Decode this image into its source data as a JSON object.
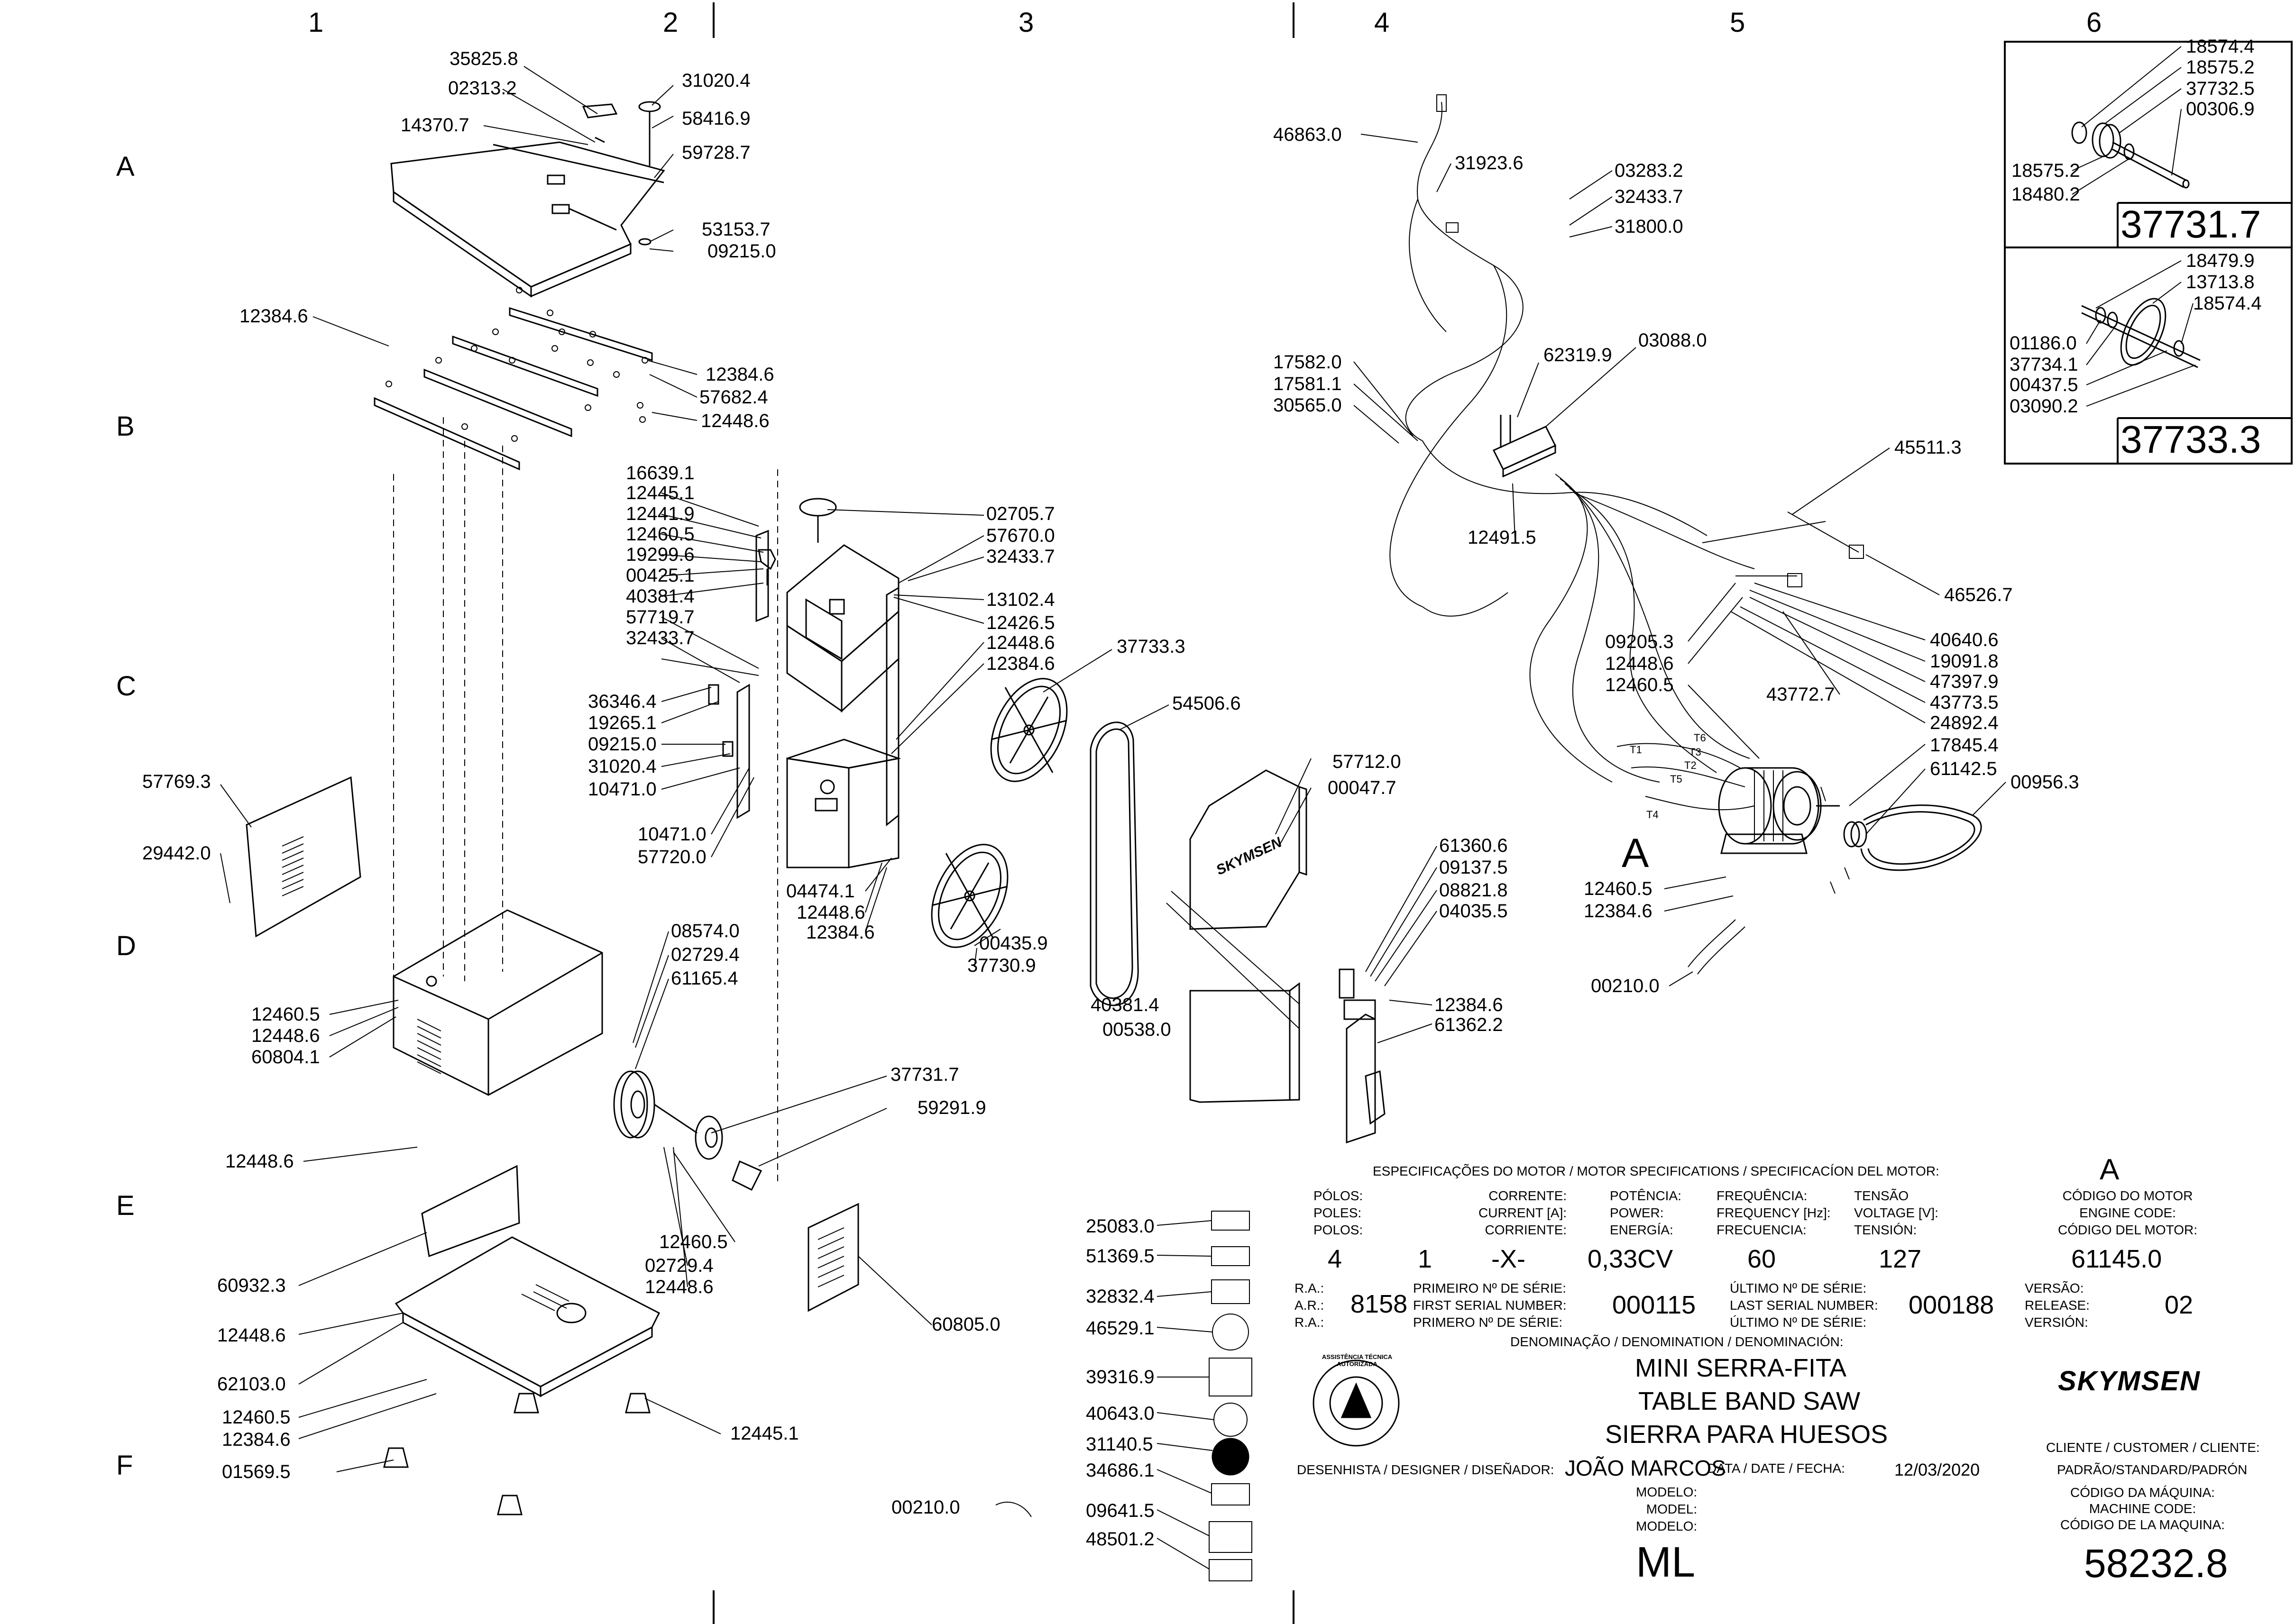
{
  "grid": {
    "columns": [
      "1",
      "2",
      "3",
      "4",
      "5",
      "6"
    ],
    "rows": [
      "A",
      "B",
      "C",
      "D",
      "E",
      "F"
    ]
  },
  "parts": {
    "p_35825_8": "35825.8",
    "p_02313_2": "02313.2",
    "p_31020_4a": "31020.4",
    "p_58416_9": "58416.9",
    "p_14370_7": "14370.7",
    "p_59728_7": "59728.7",
    "p_53153_7": "53153.7",
    "p_09215_0a": "09215.0",
    "p_12384_6a": "12384.6",
    "p_12384_6b": "12384.6",
    "p_57682_4": "57682.4",
    "p_12448_6a": "12448.6",
    "p_16639_1": "16639.1",
    "p_12445_1a": "12445.1",
    "p_12441_9": "12441.9",
    "p_12460_5a": "12460.5",
    "p_19299_6": "19299.6",
    "p_00425_1": "00425.1",
    "p_40381_4a": "40381.4",
    "p_57719_7": "57719.7",
    "p_32433_7a": "32433.7",
    "p_36346_4": "36346.4",
    "p_19265_1": "19265.1",
    "p_09215_0b": "09215.0",
    "p_31020_4b": "31020.4",
    "p_10471_0a": "10471.0",
    "p_10471_0b": "10471.0",
    "p_57720_0": "57720.0",
    "p_02705_7": "02705.7",
    "p_57670_0": "57670.0",
    "p_32433_7b": "32433.7",
    "p_13102_4": "13102.4",
    "p_12426_5": "12426.5",
    "p_12448_6b": "12448.6",
    "p_12384_6c": "12384.6",
    "p_37733_3a": "37733.3",
    "p_54506_6": "54506.6",
    "p_57769_3": "57769.3",
    "p_29442_0": "29442.0",
    "p_04474_1": "04474.1",
    "p_12448_6c": "12448.6",
    "p_12384_6d": "12384.6",
    "p_00435_9": "00435.9",
    "p_37730_9": "37730.9",
    "p_08574_0": "08574.0",
    "p_02729_4a": "02729.4",
    "p_61165_4": "61165.4",
    "p_12460_5b": "12460.5",
    "p_12448_6d": "12448.6",
    "p_60804_1": "60804.1",
    "p_37731_7a": "37731.7",
    "p_59291_9": "59291.9",
    "p_12448_6e": "12448.6",
    "p_12460_5c": "12460.5",
    "p_02729_4b": "02729.4",
    "p_12448_6f": "12448.6",
    "p_60932_3": "60932.3",
    "p_12448_6g": "12448.6",
    "p_62103_0": "62103.0",
    "p_12460_5d": "12460.5",
    "p_12384_6e": "12384.6",
    "p_01569_5": "01569.5",
    "p_12445_1b": "12445.1",
    "p_60805_0": "60805.0",
    "p_00210_0a": "00210.0",
    "p_57712_0": "57712.0",
    "p_00047_7": "00047.7",
    "p_61360_6": "61360.6",
    "p_09137_5": "09137.5",
    "p_08821_8": "08821.8",
    "p_04035_5": "04035.5",
    "p_40381_4b": "40381.4",
    "p_00538_0": "00538.0",
    "p_12384_6f": "12384.6",
    "p_61362_2": "61362.2",
    "p_46863_0": "46863.0",
    "p_31923_6": "31923.6",
    "p_03283_2": "03283.2",
    "p_32433_7c": "32433.7",
    "p_31800_0": "31800.0",
    "p_17582_0": "17582.0",
    "p_17581_1": "17581.1",
    "p_30565_0": "30565.0",
    "p_62319_9": "62319.9",
    "p_03088_0": "03088.0",
    "p_12491_5": "12491.5",
    "p_45511_3": "45511.3",
    "p_46526_7": "46526.7",
    "p_09205_3": "09205.3",
    "p_12448_6h": "12448.6",
    "p_12460_5e": "12460.5",
    "p_40640_6": "40640.6",
    "p_19091_8": "19091.8",
    "p_47397_9": "47397.9",
    "p_43772_7": "43772.7",
    "p_43773_5": "43773.5",
    "p_24892_4": "24892.4",
    "p_17845_4": "17845.4",
    "p_61142_5": "61142.5",
    "p_00956_3": "00956.3",
    "p_12460_5f": "12460.5",
    "p_12384_6g": "12384.6",
    "p_00210_0b": "00210.0",
    "p_18574_4a": "18574.4",
    "p_18575_2a": "18575.2",
    "p_37732_5": "37732.5",
    "p_00306_9": "00306.9",
    "p_18575_2b": "18575.2",
    "p_18480_2": "18480.2",
    "p_18479_9": "18479.9",
    "p_13713_8": "13713.8",
    "p_18574_4b": "18574.4",
    "p_01186_0": "01186.0",
    "p_37734_1": "37734.1",
    "p_00437_5": "00437.5",
    "p_03090_2": "03090.2",
    "p_25083_0": "25083.0",
    "p_51369_5": "51369.5",
    "p_32832_4": "32832.4",
    "p_46529_1": "46529.1",
    "p_39316_9": "39316.9",
    "p_40643_0": "40643.0",
    "p_31140_5": "31140.5",
    "p_34686_1": "34686.1",
    "p_09641_5": "09641.5",
    "p_48501_2": "48501.2"
  },
  "assemblies": {
    "wheel_drive": "37731.7",
    "wheel_idle": "37733.3"
  },
  "motor_letter_label": "A",
  "wire_labels": {
    "t1": "T1",
    "t2": "T2",
    "t3": "T3",
    "t4": "T4",
    "t5": "T5",
    "t6": "T6"
  },
  "brand": {
    "blade_cover": "SKYMSEN",
    "logo": "SKYMSEN"
  },
  "seal_text": "ASSISTÊNCIA TÉCNICA AUTORIZADA",
  "title_block": {
    "motor_spec_header": "ESPECIFICAÇÕES DO MOTOR / MOTOR SPECIFICATIONS / SPECIFICACÍON DEL MOTOR:",
    "motor_code_letter": "A",
    "poles_label": [
      "PÓLOS:",
      "POLES:",
      "POLOS:"
    ],
    "current_label": [
      "CORRENTE:",
      "CURRENT [A]:",
      "CORRIENTE:"
    ],
    "power_label": [
      "POTÊNCIA:",
      "POWER:",
      "ENERGÍA:"
    ],
    "frequency_label": [
      "FREQUÊNCIA:",
      "FREQUENCY [Hz]:",
      "FRECUENCIA:"
    ],
    "voltage_label": [
      "TENSÃO",
      "VOLTAGE [V]:",
      "TENSIÓN:"
    ],
    "motor_code_label": [
      "CÓDIGO DO MOTOR",
      "ENGINE CODE:",
      "CÓDIGO DEL MOTOR:"
    ],
    "poles_value": "4",
    "phase_value": "1",
    "current_value": "-X-",
    "power_value": "0,33CV",
    "frequency_value": "60",
    "voltage_value": "127",
    "motor_code_value": "61145.0",
    "ra_label": [
      "R.A.:",
      "A.R.:",
      "R.A.:"
    ],
    "ra_value": "8158",
    "first_serial_label": [
      "PRIMEIRO Nº DE SÉRIE:",
      "FIRST SERIAL NUMBER:",
      "PRIMERO Nº DE SÉRIE:"
    ],
    "first_serial_value": "000115",
    "last_serial_label": [
      "ÚLTIMO Nº DE SÉRIE:",
      "LAST SERIAL NUMBER:",
      "ÚLTIMO Nº DE SÉRIE:"
    ],
    "last_serial_value": "000188",
    "version_label": [
      "VERSÃO:",
      "RELEASE:",
      "VERSIÓN:"
    ],
    "version_value": "02",
    "denomination_label": "DENOMINAÇÃO / DENOMINATION / DENOMINACIÓN:",
    "denomination": [
      "MINI SERRA-FITA",
      "TABLE BAND SAW",
      "SIERRA PARA HUESOS"
    ],
    "customer_label": "CLIENTE / CUSTOMER / CLIENTE:",
    "customer_value": "PADRÃO/STANDARD/PADRÓN",
    "designer_label": "DESENHISTA / DESIGNER / DISEÑADOR:",
    "designer_value": "JOÃO MARCOS",
    "date_label": "DATA / DATE / FECHA:",
    "date_value": "12/03/2020",
    "model_label": [
      "MODELO:",
      "MODEL:",
      "MODELO:"
    ],
    "model_value": "ML",
    "machine_code_label": [
      "CÓDIGO DA MÁQUINA:",
      "MACHINE CODE:",
      "CÓDIGO DE LA MAQUINA:"
    ],
    "machine_code_value": "58232.8"
  }
}
